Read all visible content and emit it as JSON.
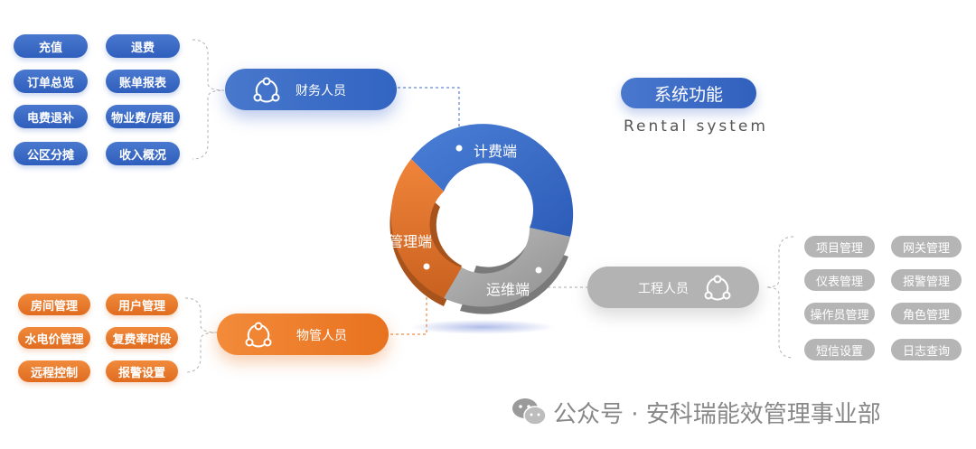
{
  "title": {
    "main": "系统功能",
    "sub": "Rental system"
  },
  "ring": {
    "billing": "计费端",
    "management": "管理端",
    "operations": "运维端"
  },
  "roles": {
    "finance": "财务人员",
    "property": "物管人员",
    "engineering": "工程人员"
  },
  "finance_items": [
    "充值",
    "退费",
    "订单总览",
    "账单报表",
    "电费退补",
    "物业费/房租",
    "公区分摊",
    "收入概况"
  ],
  "property_items": [
    "房间管理",
    "用户管理",
    "水电价管理",
    "复费率时段",
    "远程控制",
    "报警设置"
  ],
  "engineering_items": [
    "项目管理",
    "网关管理",
    "仪表管理",
    "报警管理",
    "操作员管理",
    "角色管理",
    "短信设置",
    "日志查询"
  ],
  "footer": {
    "icon": "wechat-icon",
    "text": "公众号 · 安科瑞能效管理事业部"
  },
  "colors": {
    "blue": "#3a6bc6",
    "orange": "#e8721f",
    "gray": "#a8a8a8"
  }
}
